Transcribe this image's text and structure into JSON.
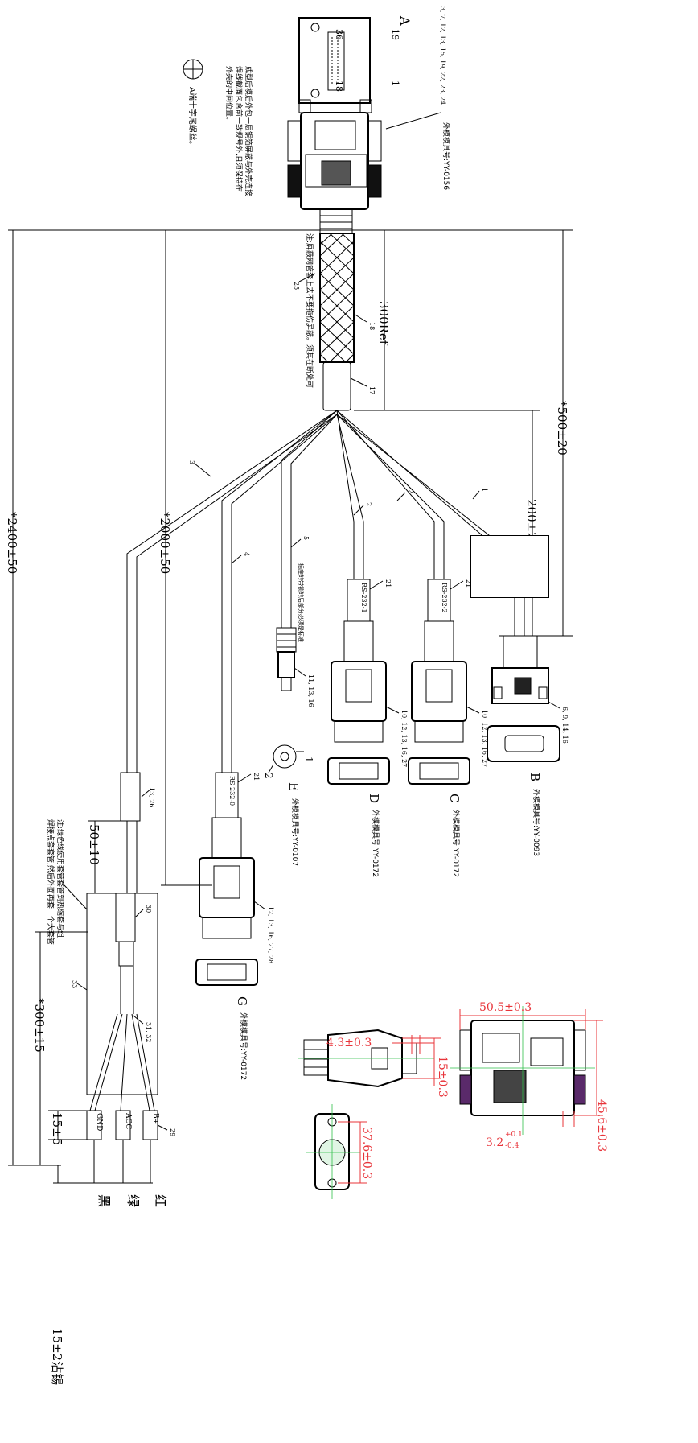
{
  "colors": {
    "line": "#000000",
    "dimension_red": "#e8343a",
    "centerline_green": "#2fbf4a",
    "cable_purple": "#5a2a6a"
  },
  "connector_a": {
    "letter": "A",
    "pin_36": "36",
    "pin_19": "19",
    "pin_18": "18",
    "pin_1": "1",
    "pin_list": "3, 7, 12, 13, 15, 19, 22, 23, 24",
    "model_note": "外模模具号:YY-0156",
    "note_line1": "成型后模后外包一层铜箔屏蔽与外壳连接",
    "note_line2": "焊线截面包含前一致规号外,且须保持在",
    "note_line3": "外壳的中间位置。",
    "ground_note": "A端十字尾螺丝。"
  },
  "braid": {
    "note": "注:屏蔽网管套上去不要拖伤屏蔽。须其在断处可",
    "callout_25": "25",
    "callout_18": "18",
    "callout_17": "17"
  },
  "dimensions": {
    "d300ref": "300Ref",
    "d500": "*500±20",
    "d200": "200±25",
    "d2400": "*2400±50",
    "d2000": "*2000±50",
    "d50": "50±10",
    "d300": "*300±15",
    "d15": "15±5",
    "d15tin": "15±2沾锡"
  },
  "branches": {
    "c1": "1",
    "c2a": "2",
    "c2b": "2",
    "c3": "3",
    "c4": "4",
    "c5": "5",
    "label_rs232_1": "RS-232-1",
    "label_rs232_2": "RS-232-2",
    "label_rs232_0": "RS 232-0",
    "callout_21a": "21",
    "callout_21b": "21",
    "callout_21c": "21",
    "e_note": "插座的带锁的后部分必须是标准"
  },
  "connector_b": {
    "letter": "B",
    "model": "外模模具号:YY-0093",
    "callout": "6, 9, 14, 16"
  },
  "connector_c": {
    "letter": "C",
    "model": "外模模具号:YY-0172",
    "callout": "10, 12, 13, 16, 27"
  },
  "connector_d": {
    "letter": "D",
    "model": "外模模具号:YY-0172",
    "callout": "10, 12, 13, 16, 27"
  },
  "connector_e": {
    "letter": "E",
    "model": "外模模具号:YY-0107",
    "callout": "11, 13, 16",
    "pin1": "1",
    "pin2": "2"
  },
  "connector_g": {
    "letter": "G",
    "model": "外模模具号:YY-0172",
    "callout": "12, 13, 16, 27, 28"
  },
  "power_end": {
    "note_line1": "注:绿色线使用套管套管到热缩套与组",
    "note_line2": "焊接点套套管,然后外面再套一个大套管",
    "callout_13_26": "13, 26",
    "callout_30": "30",
    "callout_33": "33",
    "callout_31_32": "31, 32",
    "callout_29": "29",
    "gnd": "GND",
    "acc": "ACC",
    "bplus": "B+",
    "black": "黑",
    "green": "绿",
    "red": "红"
  },
  "detail_dims": {
    "w50": "50.5±0.3",
    "h45": "45.6±0.3",
    "d3_2": "3.2",
    "d3_2_sup": "+0.1",
    "d3_2_sub": "-0.4",
    "d4_3": "4.3±0.3",
    "d15_03": "15±0.3",
    "d37": "37.6±0.3"
  }
}
